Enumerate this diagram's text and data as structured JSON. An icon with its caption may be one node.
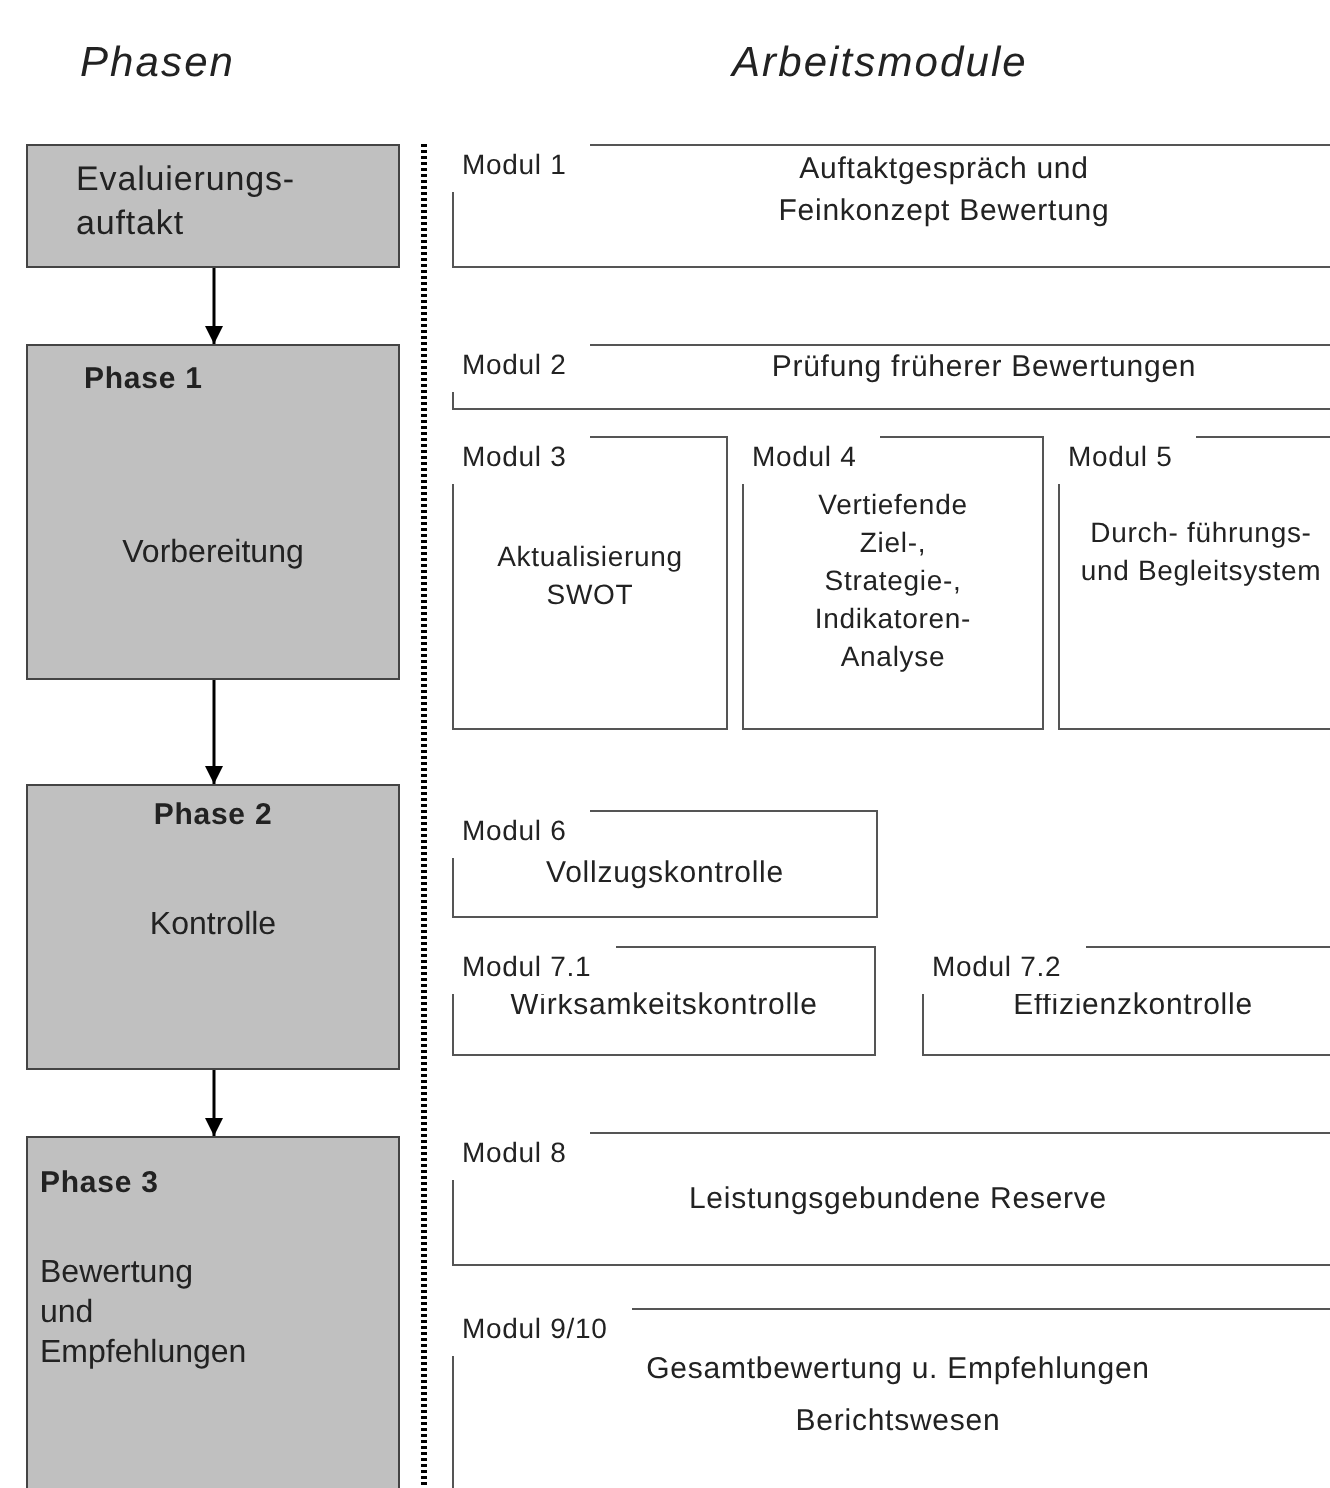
{
  "diagram": {
    "nodes": [
      {
        "text": [
          "Evaluierungs- auftakt"
        ]
      },
      {
        "text": [
          "Phase 1",
          "Vorbereitung"
        ]
      },
      {
        "text": [
          "Phase 2",
          "Kontrolle"
        ]
      },
      {
        "text": [
          "Phase 3",
          "Bewertung und Empfehlungen"
        ]
      },
      {
        "text": [
          "Modul 1",
          "Auftaktgespräch und Feinkonzept Bewertung"
        ]
      },
      {
        "text": [
          "Modul 2",
          "Prüfung früherer Bewertungen"
        ]
      },
      {
        "text": [
          "Modul 3",
          "Aktualisierung SWOT"
        ]
      },
      {
        "text": [
          "Modul 4",
          "Vertiefende Ziel-, Strategie-, Indikatoren-Analyse"
        ]
      },
      {
        "text": [
          "Modul 5",
          "Durch- führungs- und Begleitsystem"
        ]
      },
      {
        "text": [
          "Modul 6",
          "Vollzugskontrolle"
        ]
      },
      {
        "text": [
          "Modul 7.1",
          "Wirksamkeitskontrolle"
        ]
      },
      {
        "text": [
          "Modul 7.2",
          "Effizienzkontrolle"
        ]
      },
      {
        "text": [
          "Modul 8",
          "Leistungsgebundene Reserve"
        ]
      },
      {
        "text": [
          "Modul 9/10",
          "Gesamtbewertung u. Empfehlungen",
          "Berichtswesen"
        ]
      }
    ],
    "edges": [
      {
        "from": 0,
        "to": 1,
        "arrow": "to"
      },
      {
        "from": 1,
        "to": 2,
        "arrow": "to"
      },
      {
        "from": 2,
        "to": 3,
        "arrow": "to"
      }
    ],
    "labels": [
      "Phasen",
      "Arbeitsmodule"
    ]
  }
}
